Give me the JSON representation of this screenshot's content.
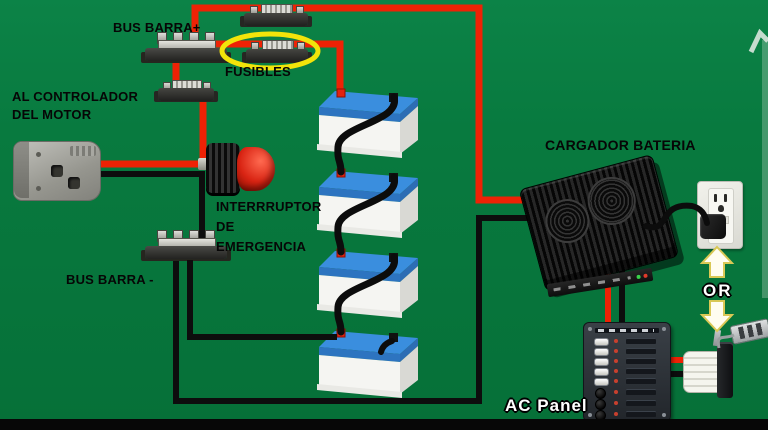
{
  "diagram": {
    "background_color": "#087a3f",
    "battery_count": 4,
    "colors": {
      "positive_wire": "#ee2205",
      "negative_wire": "#0d0d0d",
      "highlight_ellipse": "#f2e40a",
      "battery_lid_blue": "#3a8ede",
      "emergency_button_red": "#d92413",
      "arrow_fill": "#fffdf0"
    },
    "labels": {
      "bus_barra_plus": "BUS BARRA+",
      "fusibles": "FUSIBLES",
      "al_controlador_1": "AL CONTROLADOR",
      "al_controlador_2": "DEL MOTOR",
      "interruptor_1": "INTERRRUPTOR",
      "interruptor_2": "DE",
      "interruptor_3": "EMERGENCIA",
      "bus_barra_minus": "BUS BARRA -",
      "cargador_bateria": "CARGADOR BATERIA",
      "or_label": "OR",
      "ac_panel": "AC Panel"
    }
  }
}
